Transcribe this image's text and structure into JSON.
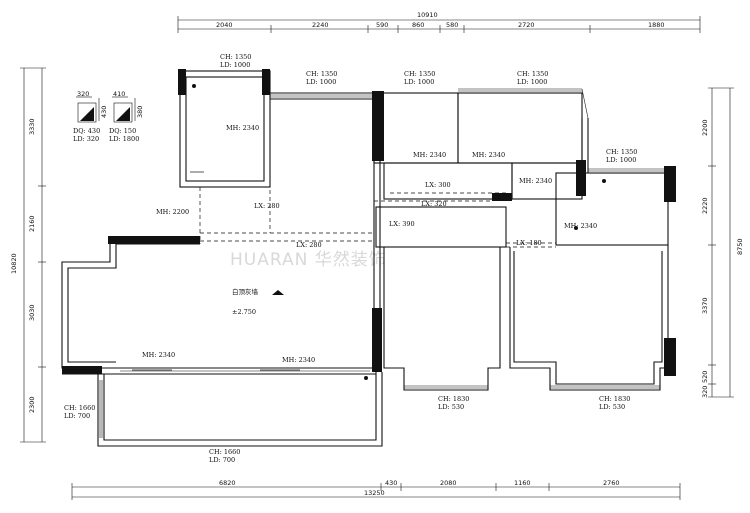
{
  "dimensions": {
    "top_total": "10910",
    "top_segments": [
      "2040",
      "2240",
      "590",
      "860",
      "580",
      "2720",
      "1880"
    ],
    "bottom_total": "13250",
    "bottom_segments": [
      "6820",
      "430",
      "2080",
      "1160",
      "2760"
    ],
    "left_total": "10820",
    "left_segments": [
      "3330",
      "2160",
      "3030",
      "2300"
    ],
    "right_total": "8750",
    "right_segments": [
      "2200",
      "2220",
      "3370",
      "520",
      "320"
    ]
  },
  "legend": [
    {
      "w": "320",
      "h": "430",
      "line1": "DQ: 430",
      "line2": "LD: 320"
    },
    {
      "w": "410",
      "h": "380",
      "line1": "DQ: 150",
      "line2": "LD: 1800"
    }
  ],
  "annotations": {
    "ch_top_left_ch": "CH: 1350",
    "ch_top_left_ld": "LD: 1000",
    "ch_top_2_ch": "CH: 1350",
    "ch_top_2_ld": "LD: 1000",
    "ch_top_3_ch": "CH: 1350",
    "ch_top_3_ld": "LD: 1000",
    "ch_top_4_ch": "CH: 1350",
    "ch_top_4_ld": "LD: 1000",
    "ch_right_ch": "CH: 1350",
    "ch_right_ld": "LD: 1000",
    "ch_bottom_left_ch": "CH: 1660",
    "ch_bottom_left_ld": "LD: 700",
    "ch_bottom_mid_ch": "CH: 1660",
    "ch_bottom_mid_ld": "LD: 700",
    "ch_bottom_3_ch": "CH: 1830",
    "ch_bottom_3_ld": "LD: 530",
    "ch_bottom_4_ch": "CH: 1830",
    "ch_bottom_4_ld": "LD: 530",
    "mh_small_room": "MH: 2340",
    "mh_left_2200": "MH: 2200",
    "mh_bath_1": "MH: 2340",
    "mh_bath_2": "MH: 2340",
    "mh_closet": "MH: 2340",
    "mh_right_room": "MH: 2340",
    "mh_living_1": "MH: 2340",
    "mh_living_2": "MH: 2340",
    "lx_280a": "LX: 280",
    "lx_280b": "LX: 280",
    "lx_300": "LX: 300",
    "lx_320": "LX: 320",
    "lx_390": "LX: 390",
    "lx_180": "LX: 180",
    "ceiling_1": "白顶灰墙",
    "ceiling_2": "±2.750"
  },
  "watermark": "HUARAN 华然装饰"
}
